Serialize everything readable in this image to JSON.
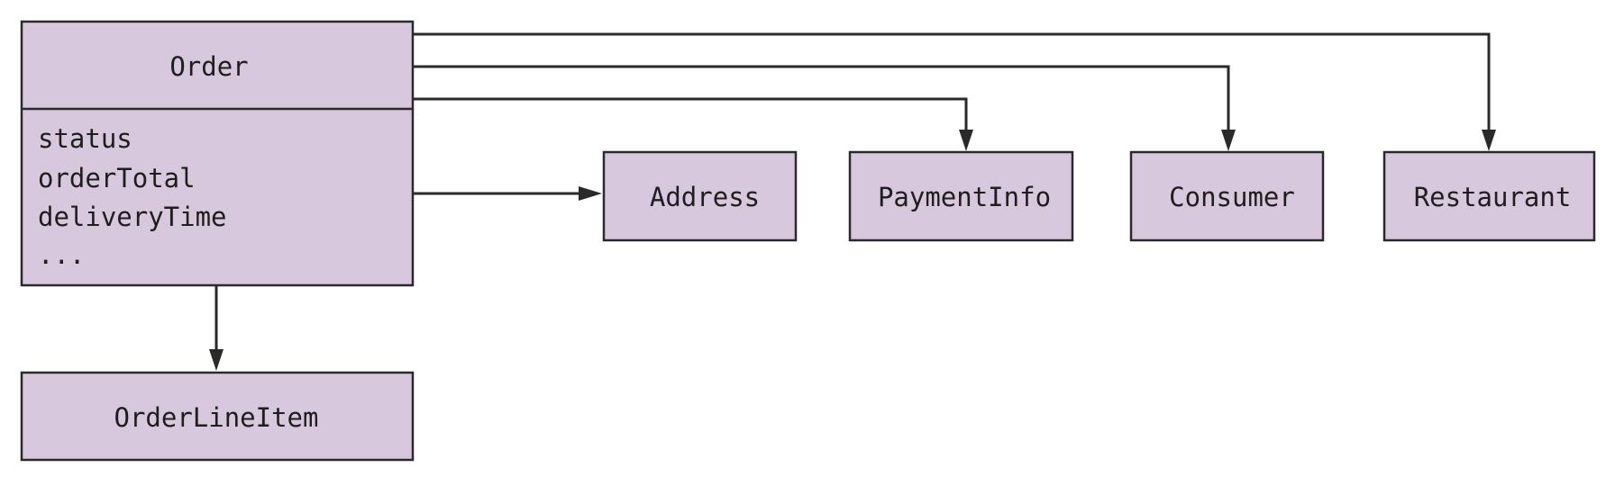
{
  "diagram": {
    "colors": {
      "box_fill": "#d8c8dd",
      "stroke": "#2a2a2a",
      "text": "#1e1e1e"
    },
    "order": {
      "title": "Order",
      "attributes": [
        "status",
        "orderTotal",
        "deliveryTime",
        "..."
      ]
    },
    "order_line_item": {
      "title": "OrderLineItem"
    },
    "address": {
      "title": "Address"
    },
    "payment_info": {
      "title": "PaymentInfo"
    },
    "consumer": {
      "title": "Consumer"
    },
    "restaurant": {
      "title": "Restaurant"
    }
  }
}
